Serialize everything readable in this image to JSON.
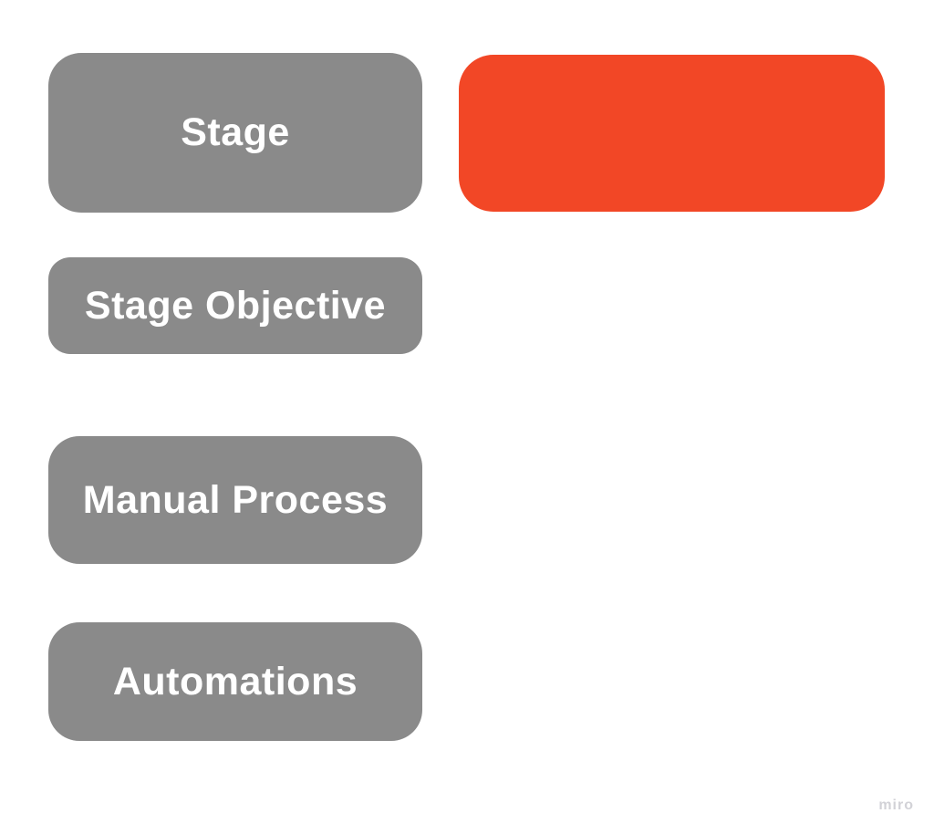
{
  "board": {
    "background": "#ffffff",
    "watermark": {
      "label": "miro",
      "color": "#d2d2d7"
    }
  },
  "palette": {
    "shape_gray": "#8a8a8a",
    "shape_red": "#f24726",
    "label_text": "#ffffff"
  },
  "shapes": [
    {
      "id": "stage",
      "label": "Stage",
      "fill": "#8a8a8a"
    },
    {
      "id": "red-blank",
      "label": "",
      "fill": "#f24726"
    },
    {
      "id": "stage-objective",
      "label": "Stage Objective",
      "fill": "#8a8a8a"
    },
    {
      "id": "manual-process",
      "label": "Manual Process",
      "fill": "#8a8a8a"
    },
    {
      "id": "automations",
      "label": "Automations",
      "fill": "#8a8a8a"
    }
  ]
}
